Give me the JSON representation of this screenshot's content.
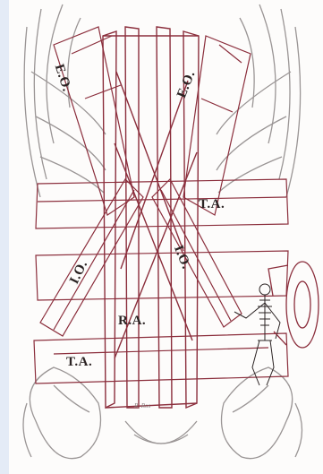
{
  "figure": {
    "labels": {
      "eo_left": "E.O.",
      "eo_right": "E.O.",
      "ta_right": "T.A.",
      "io_right": "I.O.",
      "io_left": "I.O.",
      "ra": "R.A.",
      "ta_left": "T.A."
    },
    "signature": "R. Ros",
    "colors": {
      "muscle_red": "#8b2e3c",
      "bone_line": "#9a9595",
      "ink": "#2b2323",
      "frame": "#e4ebf6"
    }
  }
}
